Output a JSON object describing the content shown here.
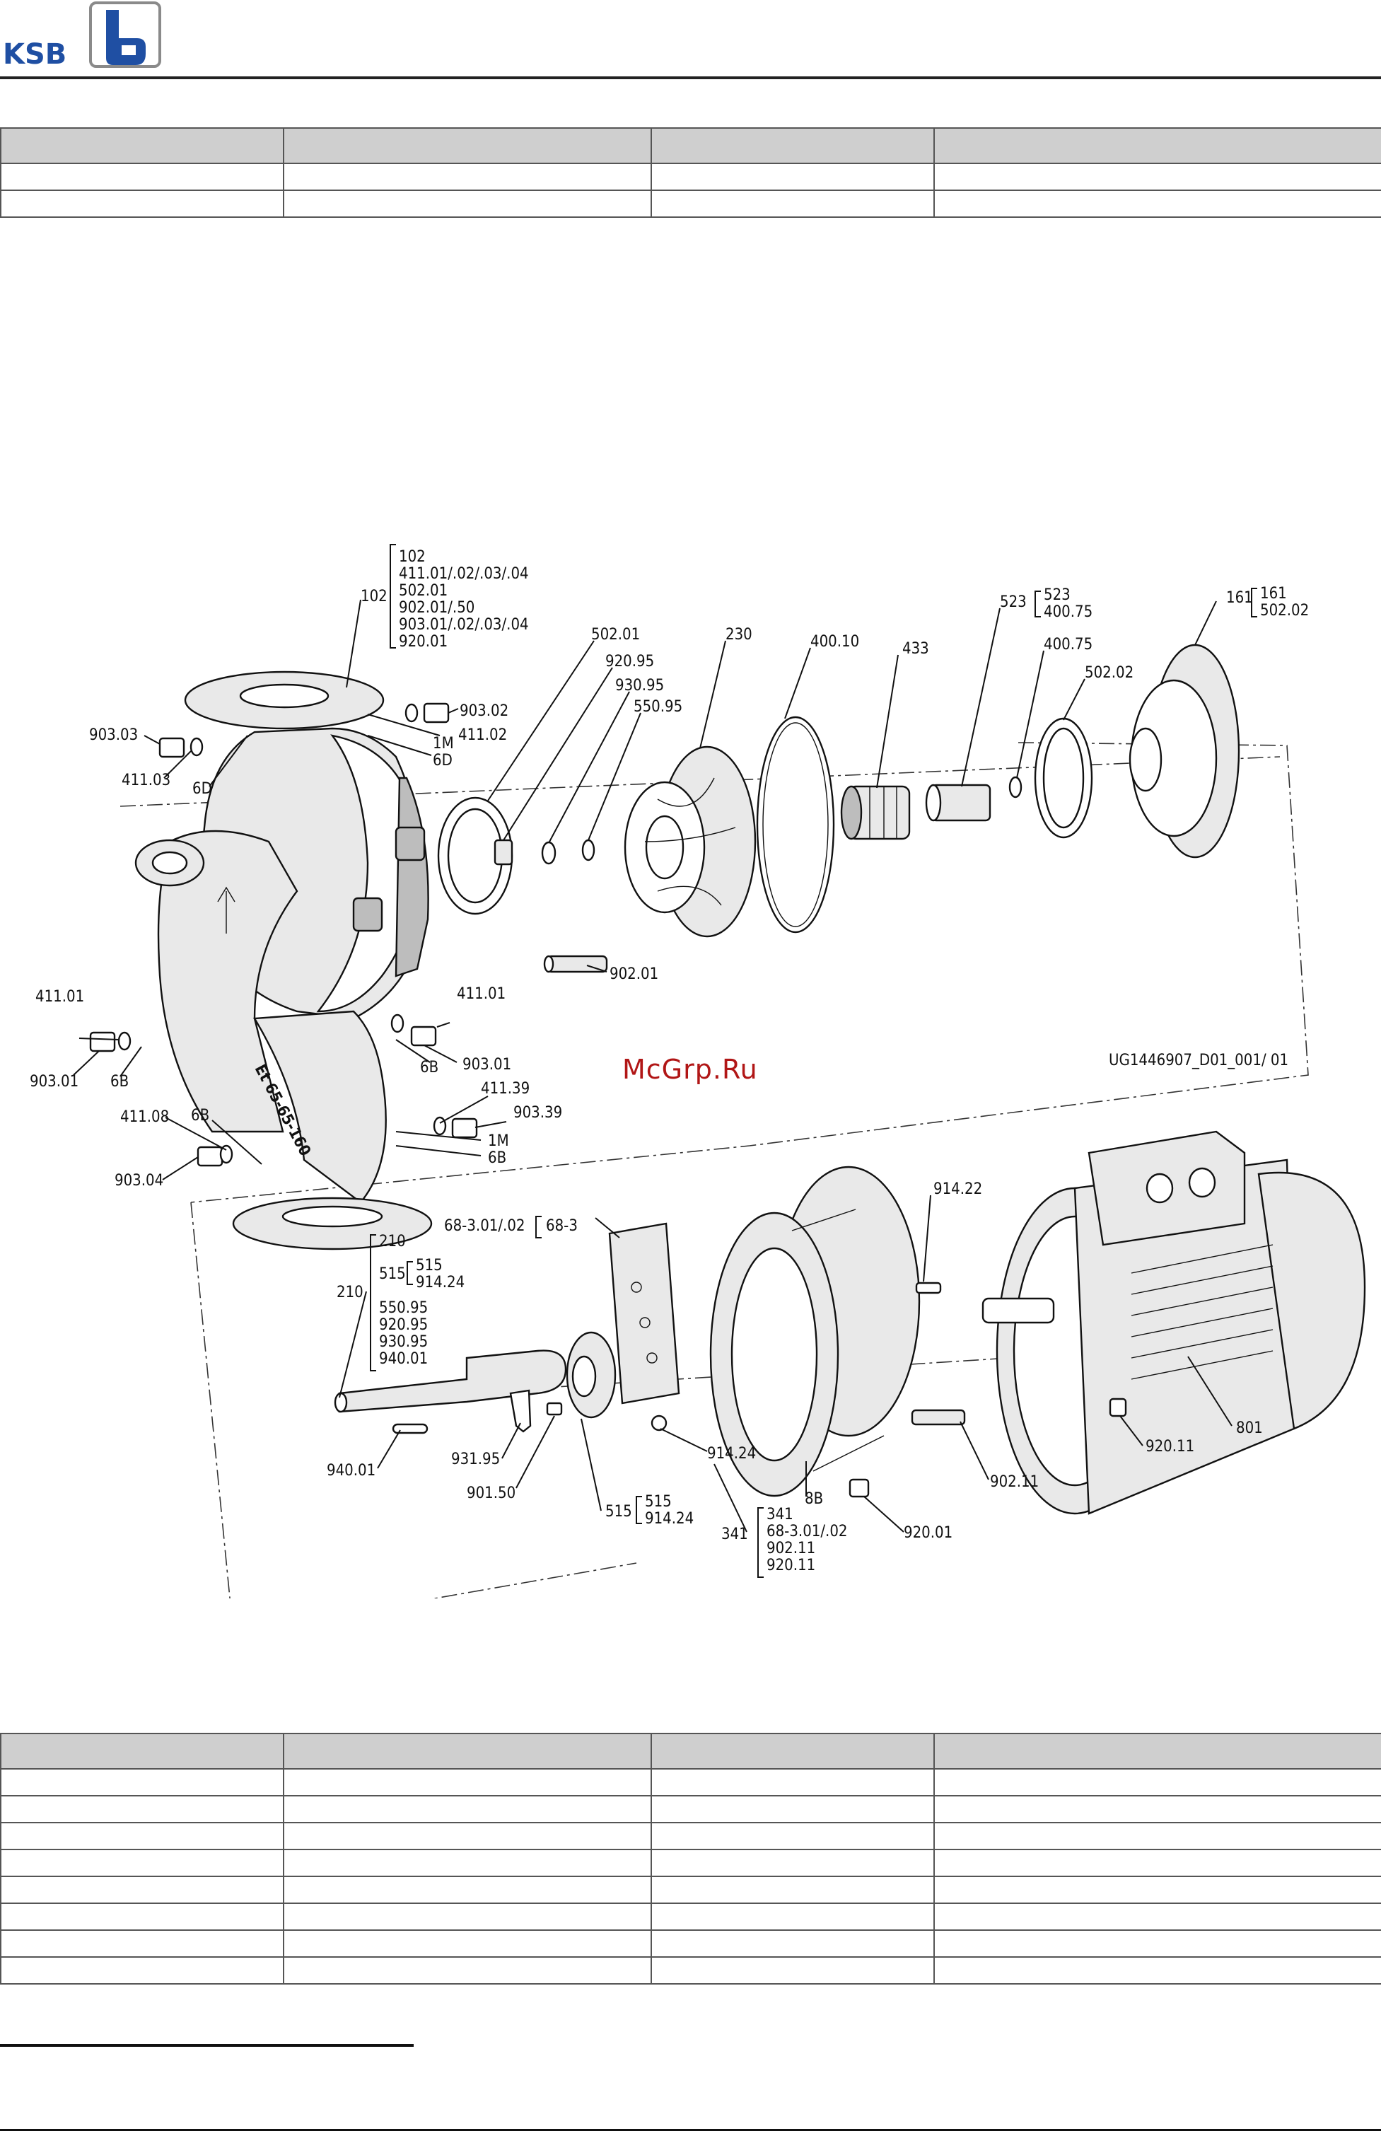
{
  "header": {
    "brand": "KSB"
  },
  "watermark": "McGrp.Ru",
  "drawing": {
    "drawing_id": "UG1446907_D01_001/ 01",
    "labels": {
      "l102": "102",
      "g102_1": "102",
      "g102_2": "411.01/.02/.03/.04",
      "g102_3": "502.01",
      "g102_4": "902.01/.50",
      "g102_5": "903.01/.02/.03/.04",
      "g102_6": "920.01",
      "l903_02": "903.02",
      "l411_02": "411.02",
      "l1M_a": "1M",
      "l6D_a": "6D",
      "l903_03": "903.03",
      "l411_03": "411.03",
      "l6D_b": "6D",
      "l502_01": "502.01",
      "l920_95": "920.95",
      "l930_95": "930.95",
      "l550_95": "550.95",
      "l230": "230",
      "l400_10": "400.10",
      "l433": "433",
      "l523": "523",
      "g523_1": "523",
      "g523_2": "400.75",
      "l400_75": "400.75",
      "l502_02": "502.02",
      "l161": "161",
      "g161_1": "161",
      "g161_2": "502.02",
      "l902_01": "902.01",
      "l411_01_r": "411.01",
      "l903_01_r": "903.01",
      "l6B_r": "6B",
      "l411_01_l": "411.01",
      "l903_01_l": "903.01",
      "l6B_l": "6B",
      "l411_39": "411.39",
      "l903_39": "903.39",
      "l1M_b": "1M",
      "l6B_b": "6B",
      "l411_08": "411.08",
      "l6B_c": "6B",
      "l903_04": "903.04",
      "l68_3_01": "68-3.01/.02",
      "l68_3": "68-3",
      "l914_22": "914.22",
      "g210_1": "210",
      "g210_2": "515",
      "g515a_1": "515",
      "g515a_2": "914.24",
      "g210_3": "550.95",
      "g210_4": "920.95",
      "g210_5": "930.95",
      "g210_6": "940.01",
      "l210": "210",
      "l940_01": "940.01",
      "l931_95": "931.95",
      "l901_50": "901.50",
      "l515": "515",
      "g515b_1": "515",
      "g515b_2": "914.24",
      "l914_24": "914.24",
      "l341": "341",
      "g341_1": "341",
      "g341_2": "68-3.01/.02",
      "g341_3": "902.11",
      "g341_4": "920.11",
      "l8B": "8B",
      "l920_01": "920.01",
      "l902_11": "902.11",
      "l920_11": "920.11",
      "l801": "801",
      "casing_mark": "Et 65-65-160"
    }
  }
}
